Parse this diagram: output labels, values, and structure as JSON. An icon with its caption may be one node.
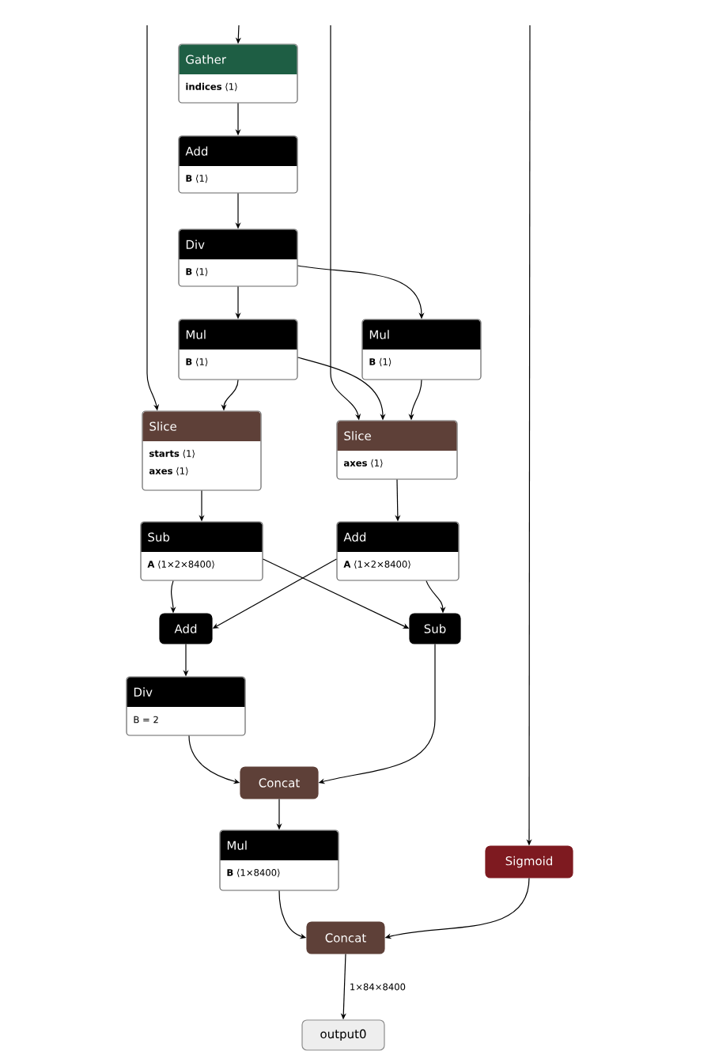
{
  "diagram": {
    "nodes": [
      {
        "text": [
          "Gather",
          "**indices** ⟨1⟩"
        ]
      },
      {
        "text": [
          "Add",
          "**B** ⟨1⟩"
        ]
      },
      {
        "text": [
          "Div",
          "**B** ⟨1⟩"
        ]
      },
      {
        "text": [
          "Mul",
          "**B** ⟨1⟩"
        ]
      },
      {
        "text": [
          "Mul",
          "**B** ⟨1⟩"
        ]
      },
      {
        "text": [
          "Slice",
          "**starts** ⟨1⟩",
          "**axes** ⟨1⟩"
        ]
      },
      {
        "text": [
          "Slice",
          "**axes** ⟨1⟩"
        ]
      },
      {
        "text": [
          "Sub",
          "**A** ⟨1×2×8400⟩"
        ]
      },
      {
        "text": [
          "Add",
          "**A** ⟨1×2×8400⟩"
        ]
      },
      {
        "text": [
          "Add"
        ]
      },
      {
        "text": [
          "Sub"
        ]
      },
      {
        "text": [
          "Div",
          "B = 2"
        ]
      },
      {
        "text": [
          "Concat"
        ]
      },
      {
        "text": [
          "Mul",
          "**B** ⟨1×8400⟩"
        ]
      },
      {
        "text": [
          "Sigmoid"
        ]
      },
      {
        "text": [
          "Concat"
        ]
      },
      {
        "text": [
          "output0"
        ]
      }
    ],
    "edges": [
      {
        "from": null,
        "to": 0,
        "arrow": "to"
      },
      {
        "from": 0,
        "to": 1,
        "arrow": "to"
      },
      {
        "from": 1,
        "to": 2,
        "arrow": "to"
      },
      {
        "from": 2,
        "to": 3,
        "arrow": "to"
      },
      {
        "from": 2,
        "to": 4,
        "arrow": "to"
      },
      {
        "from": null,
        "to": 5,
        "arrow": "to"
      },
      {
        "from": 3,
        "to": 5,
        "arrow": "to"
      },
      {
        "from": 3,
        "to": 6,
        "arrow": "to"
      },
      {
        "from": null,
        "to": 6,
        "arrow": "to"
      },
      {
        "from": 4,
        "to": 6,
        "arrow": "to"
      },
      {
        "from": null,
        "to": 14,
        "arrow": "to"
      },
      {
        "from": 5,
        "to": 7,
        "arrow": "to"
      },
      {
        "from": 6,
        "to": 8,
        "arrow": "to"
      },
      {
        "from": 7,
        "to": 9,
        "arrow": "to"
      },
      {
        "from": 8,
        "to": 9,
        "arrow": "to"
      },
      {
        "from": 7,
        "to": 10,
        "arrow": "to"
      },
      {
        "from": 8,
        "to": 10,
        "arrow": "to"
      },
      {
        "from": 9,
        "to": 11,
        "arrow": "to"
      },
      {
        "from": 11,
        "to": 12,
        "arrow": "to"
      },
      {
        "from": 10,
        "to": 12,
        "arrow": "to"
      },
      {
        "from": 12,
        "to": 13,
        "arrow": "to"
      },
      {
        "from": 13,
        "to": 15,
        "arrow": "to"
      },
      {
        "from": 14,
        "to": 15,
        "arrow": "to"
      },
      {
        "from": 15,
        "to": 16,
        "arrow": "to",
        "label": "1×84×8400"
      }
    ]
  }
}
